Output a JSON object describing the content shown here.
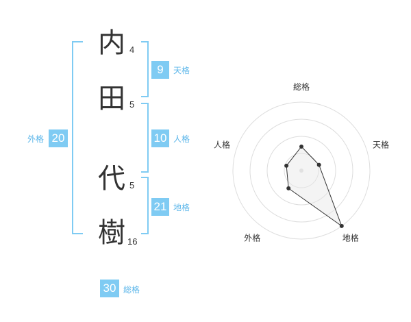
{
  "name": {
    "chars": [
      {
        "char": "内",
        "strokes": "4"
      },
      {
        "char": "田",
        "strokes": "5"
      },
      {
        "char": "代",
        "strokes": "5"
      },
      {
        "char": "樹",
        "strokes": "16"
      }
    ]
  },
  "fortune": {
    "tenkaku": {
      "value": "9",
      "label": "天格"
    },
    "jinkaku": {
      "value": "10",
      "label": "人格"
    },
    "chikaku": {
      "value": "21",
      "label": "地格"
    },
    "gaikaku": {
      "value": "20",
      "label": "外格"
    },
    "soukaku": {
      "value": "30",
      "label": "総格"
    }
  },
  "colors": {
    "accent": "#7fcbf3",
    "label": "#5bb6ea",
    "text": "#333333",
    "ring": "#dddddd"
  },
  "chart_data": {
    "type": "radar",
    "axes": [
      "総格",
      "天格",
      "地格",
      "外格",
      "人格"
    ],
    "values": [
      0.35,
      0.27,
      1.0,
      0.32,
      0.23
    ],
    "range": [
      0,
      1
    ],
    "rings": 4
  }
}
